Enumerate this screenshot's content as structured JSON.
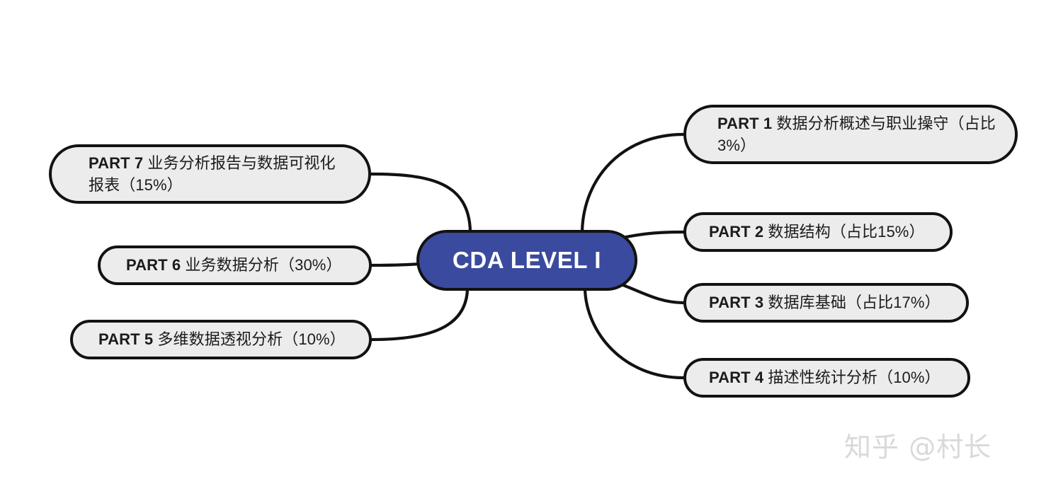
{
  "diagram": {
    "type": "mindmap",
    "background_color": "#ffffff",
    "center": {
      "label": "CDA LEVEL I",
      "fill_color": "#3a4a9e",
      "text_color": "#ffffff",
      "border_color": "#121212"
    },
    "node_style": {
      "fill_color": "#ececec",
      "border_color": "#121212",
      "text_color": "#1b1b1b"
    },
    "branches_right": [
      {
        "id": "part1",
        "part": "PART 1",
        "title": "数据分析概述与职业操守（占比3%）",
        "full_text": "PART 1 数据分析概述与职业操守（占比3%）",
        "percent": "3%",
        "side": "right"
      },
      {
        "id": "part2",
        "part": "PART 2",
        "title": "数据结构（占比15%）",
        "full_text": "PART 2 数据结构（占比15%）",
        "percent": "15%",
        "side": "right"
      },
      {
        "id": "part3",
        "part": "PART 3",
        "title": "数据库基础（占比17%）",
        "full_text": "PART 3 数据库基础（占比17%）",
        "percent": "17%",
        "side": "right"
      },
      {
        "id": "part4",
        "part": "PART 4",
        "title": "描述性统计分析（10%）",
        "full_text": "PART 4 描述性统计分析（10%）",
        "percent": "10%",
        "side": "right"
      }
    ],
    "branches_left": [
      {
        "id": "part7",
        "part": "PART 7",
        "title": "业务分析报告与数据可视化报表（15%）",
        "full_text": "PART 7 业务分析报告与数据可视化报表（15%）",
        "percent": "15%",
        "side": "left"
      },
      {
        "id": "part6",
        "part": "PART 6",
        "title": "业务数据分析（30%）",
        "full_text": "PART 6 业务数据分析（30%）",
        "percent": "30%",
        "side": "left"
      },
      {
        "id": "part5",
        "part": "PART 5",
        "title": "多维数据透视分析（10%）",
        "full_text": "PART 5 多维数据透视分析（10%）",
        "percent": "10%",
        "side": "left"
      }
    ]
  },
  "watermark": {
    "text": "知乎 @村长",
    "color": "#d9d9d9"
  }
}
